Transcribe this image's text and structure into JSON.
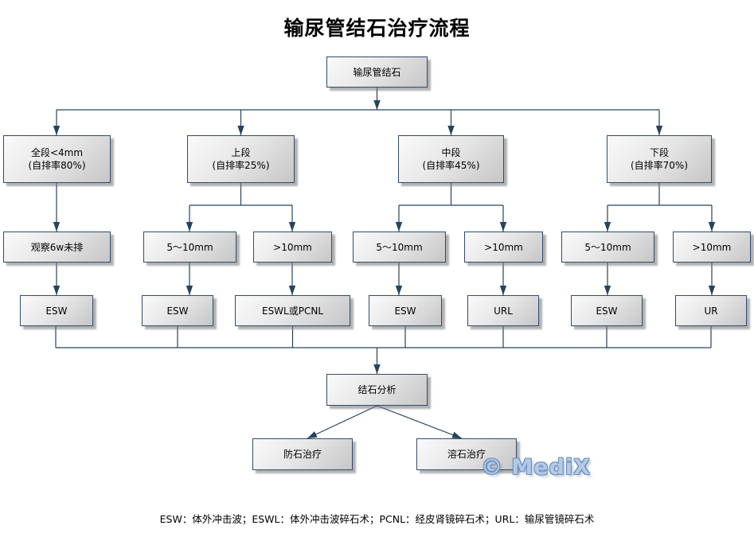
{
  "title": "输尿管结石治疗流程",
  "watermark": "© MediX",
  "footnote": "ESW：体外冲击波；ESWL：体外冲击波碎石术；PCNL：经皮肾镜碎石术；URL：输尿管镜碎石术",
  "colors": {
    "line": "#24435f",
    "box_border": "#2f4d6e",
    "box_fill_top": "#fafafa",
    "box_fill_bottom": "#c6c6c6",
    "watermark": "#b3c9e6",
    "title_text": "#000000"
  },
  "nodes": {
    "root": {
      "label": "输尿管结石"
    },
    "seg_all": {
      "label": "全段<4mm",
      "sublabel": "(自排率80%)"
    },
    "seg_upper": {
      "label": "上段",
      "sublabel": "(自排率25%)"
    },
    "seg_middle": {
      "label": "中段",
      "sublabel": "(自排率45%)"
    },
    "seg_lower": {
      "label": "下段",
      "sublabel": "(自排率70%)"
    },
    "observe": {
      "label": "观察6w未排"
    },
    "upper_5_10": {
      "label": "5～10mm"
    },
    "upper_gt10": {
      "label": ">10mm"
    },
    "middle_5_10": {
      "label": "5～10mm"
    },
    "middle_gt10": {
      "label": ">10mm"
    },
    "lower_5_10": {
      "label": "5～10mm"
    },
    "lower_gt10": {
      "label": ">10mm"
    },
    "esw_all": {
      "label": "ESW"
    },
    "esw_upper": {
      "label": "ESW"
    },
    "eswl_pcnl": {
      "label": "ESWL或PCNL"
    },
    "esw_middle": {
      "label": "ESW"
    },
    "url_node": {
      "label": "URL"
    },
    "esw_lower": {
      "label": "ESW"
    },
    "ur_node": {
      "label": "UR"
    },
    "analysis": {
      "label": "结石分析"
    },
    "prevention": {
      "label": "防石治疗"
    },
    "dissolution": {
      "label": "溶石治疗"
    }
  }
}
